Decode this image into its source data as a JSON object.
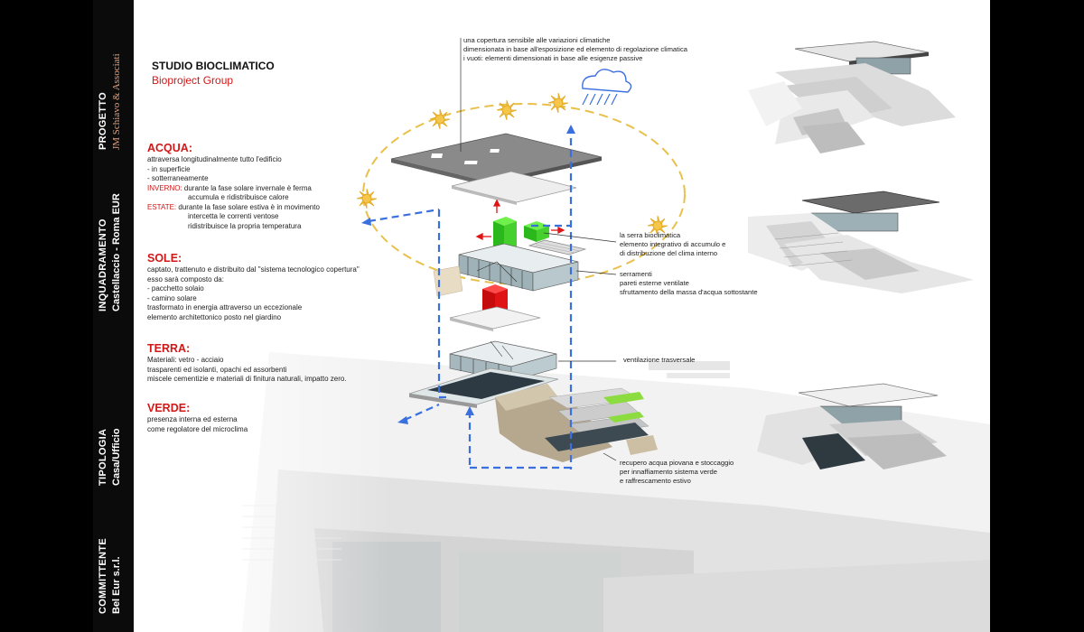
{
  "sidebar": {
    "project_label": "PROGETTO",
    "project_value": "JM Schiavo & Associati",
    "framing_label": "INQUADRAMENTO",
    "framing_value": "Castellaccio - Roma EUR",
    "type_label": "TIPOLOGIA",
    "type_value": "Casa/Ufficio",
    "client_label": "COMMITTENTE",
    "client_value": "Bel Eur s.r.l."
  },
  "header": {
    "title": "STUDIO BIOCLIMATICO",
    "subtitle": "Bioproject Group"
  },
  "sections": {
    "acqua": {
      "heading": "ACQUA:",
      "lines": [
        "attraversa longitudinalmente tutto l'edificio",
        "- in superficie",
        "- sotterraneamente"
      ],
      "inverno_label": "INVERNO:",
      "inverno_line1": "durante la fase solare invernale è ferma",
      "inverno_line2": "accumula e ridistribuisce calore",
      "estate_label": "ESTATE:",
      "estate_line1": "durante la fase solare estiva è in movimento",
      "estate_line2": "intercetta le correnti ventose",
      "estate_line3": "ridistribuisce la propria temperatura"
    },
    "sole": {
      "heading": "SOLE:",
      "lines": [
        "captato, trattenuto e distribuito dal \"sistema tecnologico copertura\"",
        "esso sarà composto da:",
        "- pacchetto solaio",
        "- camino solare",
        "trasformato in energia attraverso un eccezionale",
        "elemento architettonico posto nel giardino"
      ]
    },
    "terra": {
      "heading": "TERRA:",
      "lines": [
        "Materiali: vetro - acciaio",
        "trasparenti ed isolanti, opachi ed assorbenti",
        "miscele cementizie e materiali di finitura naturali, impatto zero."
      ]
    },
    "verde": {
      "heading": "VERDE:",
      "lines": [
        "presenza interna ed esterna",
        "come regolatore del microclima"
      ]
    }
  },
  "annotations": {
    "copertura": [
      "una copertura sensibile alle variazioni climatiche",
      "dimensionata in base all'esposizione ed elemento di regolazione climatica",
      "i vuoti: elementi dimensionati in base alle esigenze passive"
    ],
    "serra": [
      "la serra bioclimatica",
      "elemento integrativo di accumulo e",
      "di distribuzione del clima interno"
    ],
    "serramenti": [
      "serramenti",
      "pareti esterne ventilate",
      "sfruttamento della massa d'acqua sottostante"
    ],
    "ventilazione": [
      "ventilazione trasversale"
    ],
    "recupero": [
      "recupero acqua piovana e stoccaggio",
      "per innaffiamento sistema verde",
      "e raffrescamento estivo"
    ]
  },
  "colors": {
    "accent_red": "#d01818",
    "air_flow_blue": "#3a6fe0",
    "sun_orbit_yellow": "#e8c04a",
    "green_volume": "#3fd12a",
    "red_chimney": "#e01414"
  }
}
